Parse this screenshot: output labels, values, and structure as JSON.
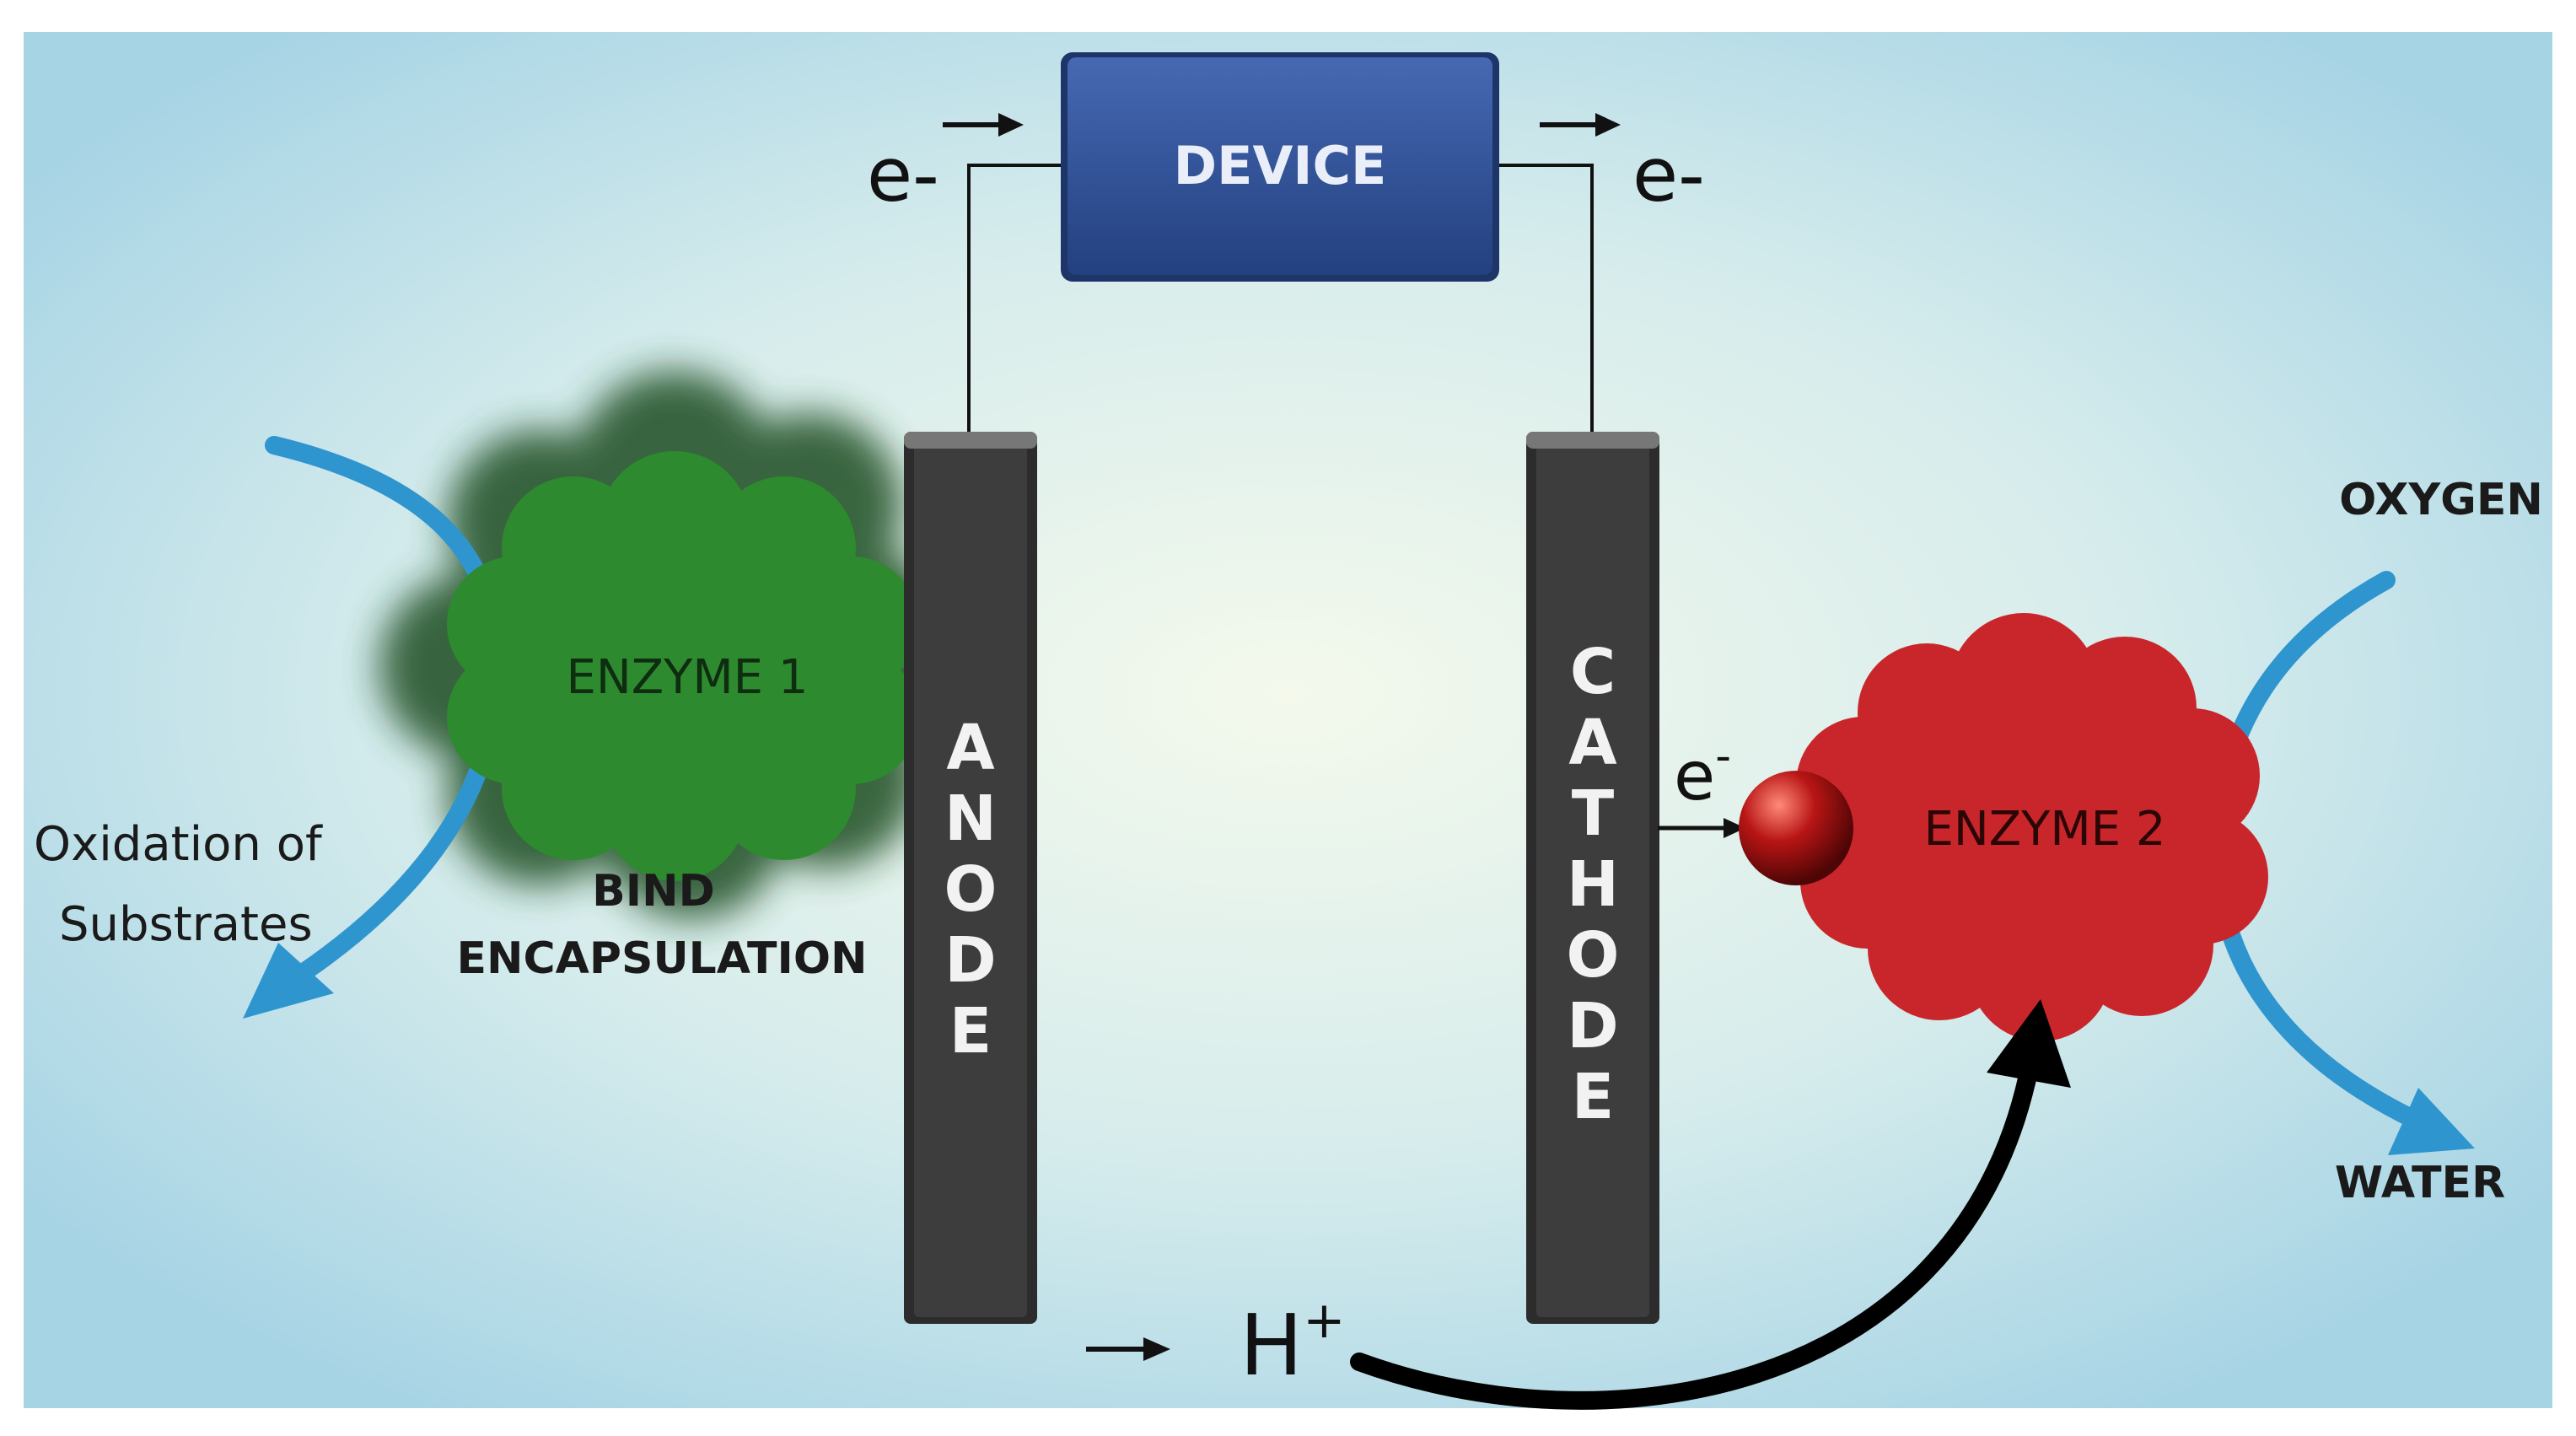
{
  "device": {
    "label": "DEVICE"
  },
  "electron_labels": {
    "left": "e-",
    "right": "e-",
    "cathode_side": "e",
    "cathode_side_sup": "-"
  },
  "anode": {
    "letters": [
      "A",
      "N",
      "O",
      "D",
      "E"
    ]
  },
  "cathode": {
    "letters": [
      "C",
      "A",
      "T",
      "H",
      "O",
      "D",
      "E"
    ]
  },
  "enzyme1": {
    "label": "ENZYME 1"
  },
  "enzyme2": {
    "label": "ENZYME 2"
  },
  "bind": {
    "line1": "BIND",
    "line2": "ENCAPSULATION"
  },
  "oxidation": {
    "line1": "Oxidation of",
    "line2": "Substrates"
  },
  "oxygen": {
    "label": "OXYGEN"
  },
  "water": {
    "label": "WATER"
  },
  "proton": {
    "label": "H",
    "sup": "+"
  },
  "colors": {
    "device": "#2e4f96",
    "electrode": "#3a3a3a",
    "enzyme1": "#2e8a2f",
    "enzyme2": "#c8262a",
    "flow_arrow": "#2f95cf",
    "background_center": "#f3f8ec",
    "background_edge": "#a9d6e6"
  }
}
